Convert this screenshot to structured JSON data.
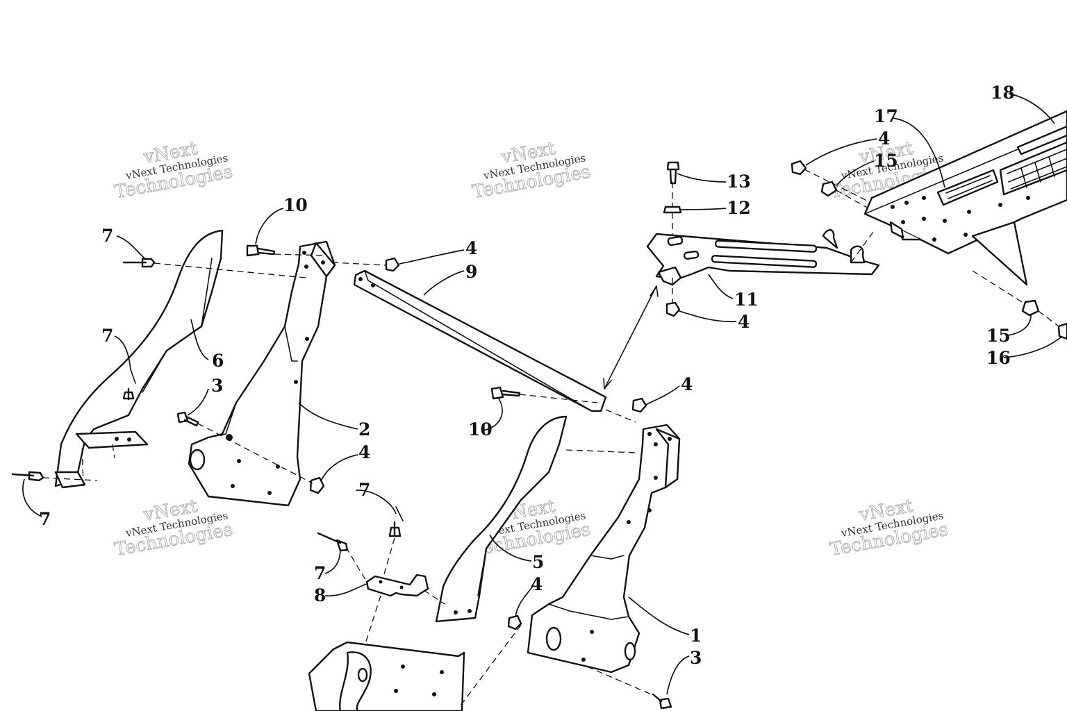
{
  "callouts": [
    "1",
    "2",
    "3",
    "4",
    "5",
    "6",
    "7",
    "8",
    "9",
    "10",
    "11",
    "12",
    "13",
    "15",
    "16",
    "17",
    "18"
  ],
  "watermark": {
    "line1": "vNext Technologies",
    "line2a": "vNext",
    "line2b": "Technologies"
  },
  "colors": {
    "ink": "#111111",
    "paper": "#ffffff",
    "watermark": "#aaaaaa"
  }
}
